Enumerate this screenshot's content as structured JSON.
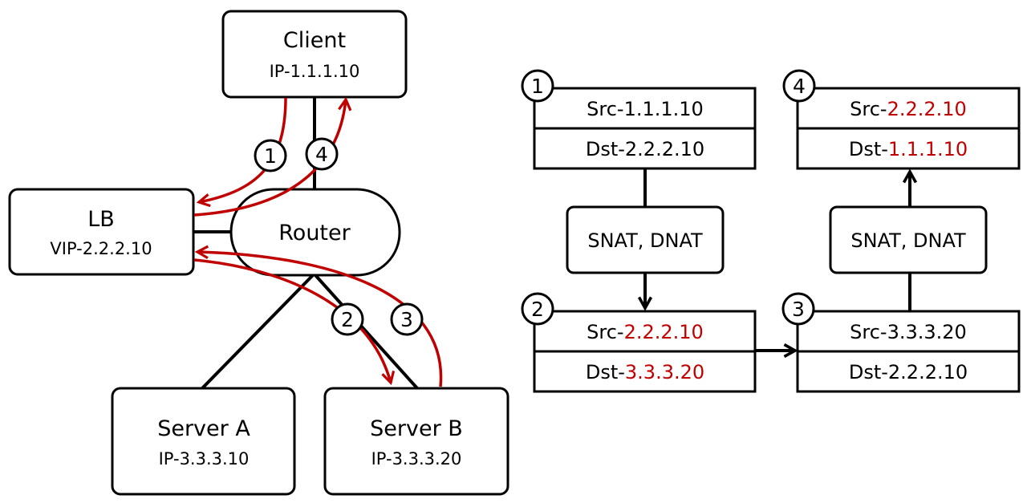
{
  "colors": {
    "highlight": "#c00000",
    "line": "#000000"
  },
  "network": {
    "client": {
      "name": "Client",
      "ip": "IP-1.1.1.10"
    },
    "lb": {
      "name": "LB",
      "vip": "VIP-2.2.2.10"
    },
    "router": {
      "name": "Router"
    },
    "server_a": {
      "name": "Server A",
      "ip": "IP-3.3.3.10"
    },
    "server_b": {
      "name": "Server B",
      "ip": "IP-3.3.3.20"
    },
    "steps": [
      "1",
      "4",
      "2",
      "3"
    ]
  },
  "packets": {
    "p1": {
      "step": "1",
      "src_prefix": "Src-",
      "src": "1.1.1.10",
      "dst_prefix": "Dst-",
      "dst": "2.2.2.10"
    },
    "p2": {
      "step": "2",
      "src_prefix": "Src-",
      "src": "2.2.2.10",
      "dst_prefix": "Dst-",
      "dst": "3.3.3.20"
    },
    "p3": {
      "step": "3",
      "src_prefix": "Src-",
      "src": "3.3.3.20",
      "dst_prefix": "Dst-",
      "dst": "2.2.2.10"
    },
    "p4": {
      "step": "4",
      "src_prefix": "Src-",
      "src": "2.2.2.10",
      "dst_prefix": "Dst-",
      "dst": "1.1.1.10"
    }
  },
  "nat": {
    "left": "SNAT, DNAT",
    "right": "SNAT, DNAT"
  }
}
